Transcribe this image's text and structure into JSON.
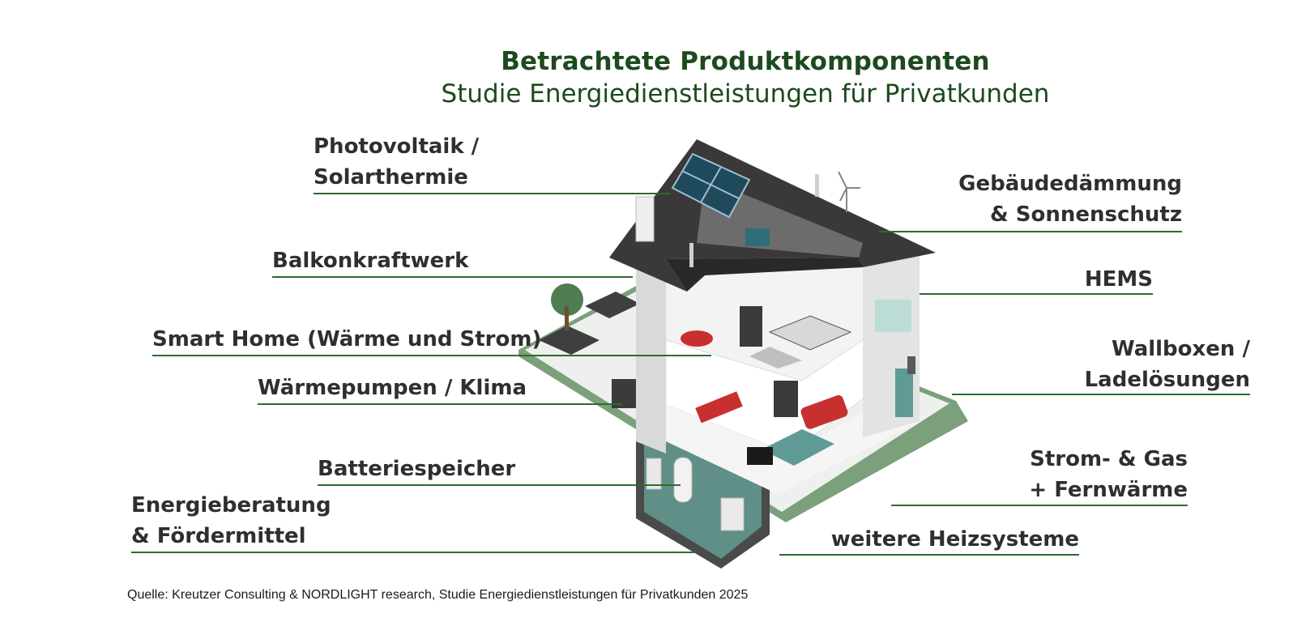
{
  "title": "Betrachtete  Produktkomponenten",
  "subtitle": "Studie Energiedienstleistungen für Privatkunden",
  "labels": {
    "photovoltaik": [
      "Photovoltaik /",
      "Solarthermie"
    ],
    "balkonkraftwerk": "Balkonkraftwerk",
    "smart_home": "Smart Home (Wärme und Strom)",
    "waermepumpen": "Wärmepumpen / Klima",
    "batteriespeicher": "Batteriespeicher",
    "energieberatung": [
      "Energieberatung",
      "& Fördermittel"
    ],
    "gebaeudedaemmung": [
      "Gebäudedämmung",
      "& Sonnenschutz"
    ],
    "hems": "HEMS",
    "wallboxen": [
      "Wallboxen /",
      "Ladelösungen"
    ],
    "strom_gas": [
      "Strom- & Gas",
      "+ Fernwärme"
    ],
    "weitere_heizsysteme": "weitere Heizsysteme"
  },
  "source": "Quelle: Kreutzer Consulting & NORDLIGHT research, Studie Energiedienstleistungen für Privatkunden 2025",
  "colors": {
    "title": "#1d4a1d",
    "leader_line": "#2e6b2e",
    "label_text": "#2f2f2f",
    "ground": "#7ba07b",
    "roof": "#3a3838",
    "solar_panel": "#1e4a5c"
  },
  "illustration": "isometric-house-cutaway"
}
